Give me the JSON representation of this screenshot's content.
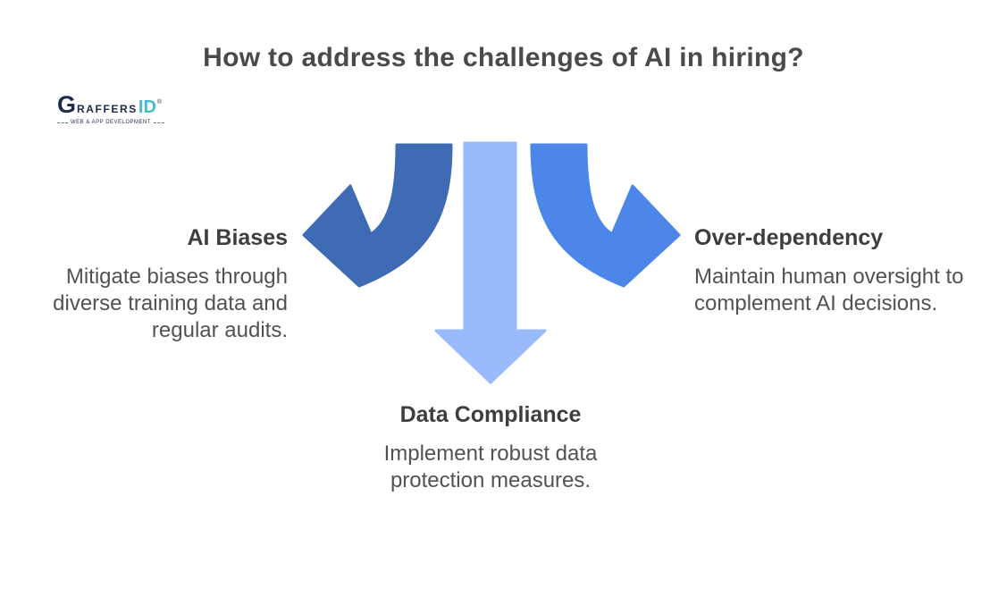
{
  "title": "How to address the challenges of AI in hiring?",
  "logo": {
    "name": "GraffersID",
    "brand_g": "G",
    "brand_raffers": "RAFFERS",
    "brand_id": "ID",
    "registered_mark": "®",
    "tagline": "WEB & APP DEVELOPMENT"
  },
  "colors": {
    "left_arrow": "#3f6bb4",
    "down_arrow": "#99bafc",
    "right_arrow": "#4c86e8",
    "logo_navy": "#1c2b4d",
    "logo_teal": "#45bccd",
    "heading_text": "#3e3e3e",
    "body_text": "#525252",
    "title_text": "#4a4a4a"
  },
  "items": [
    {
      "heading": "AI Biases",
      "description": "Mitigate biases through diverse training data and regular audits."
    },
    {
      "heading": "Data Compliance",
      "description": "Implement robust data protection measures."
    },
    {
      "heading": "Over-dependency",
      "description": "Maintain human oversight to complement AI decisions."
    }
  ]
}
